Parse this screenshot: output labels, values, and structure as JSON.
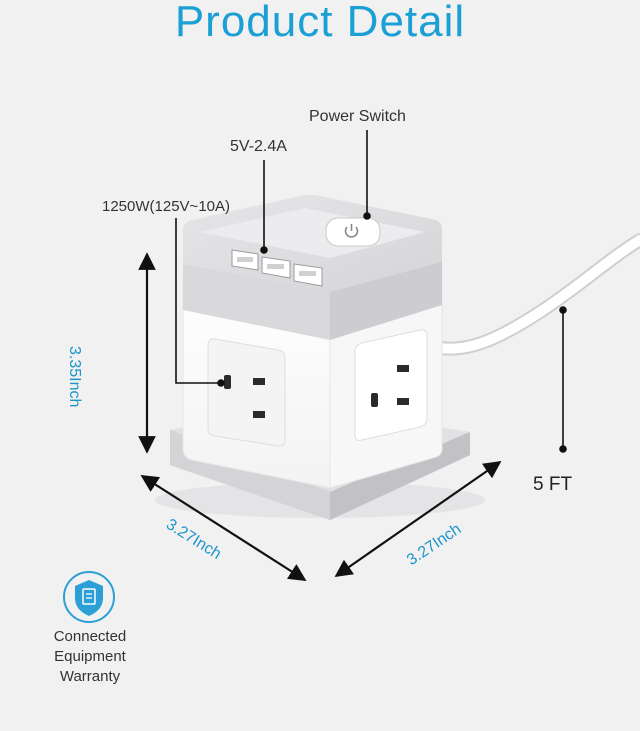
{
  "header": {
    "title": "Product Detail"
  },
  "labels": {
    "power_switch": "Power Switch",
    "usb_rating": "5V-2.4A",
    "ac_rating": "1250W(125V~10A)",
    "height": "3.35Inch",
    "width_left": "3.27Inch",
    "width_right": "3.27Inch",
    "cord_length": "5 FT"
  },
  "warranty": {
    "line1": "Connected",
    "line2": "Equipment",
    "line3": "Warranty",
    "icon": "shield-document-icon"
  },
  "colors": {
    "accent": "#1aa0d4",
    "product_white": "#ffffff",
    "product_gray": "#d9d9db",
    "background": "#f1f1f2"
  }
}
